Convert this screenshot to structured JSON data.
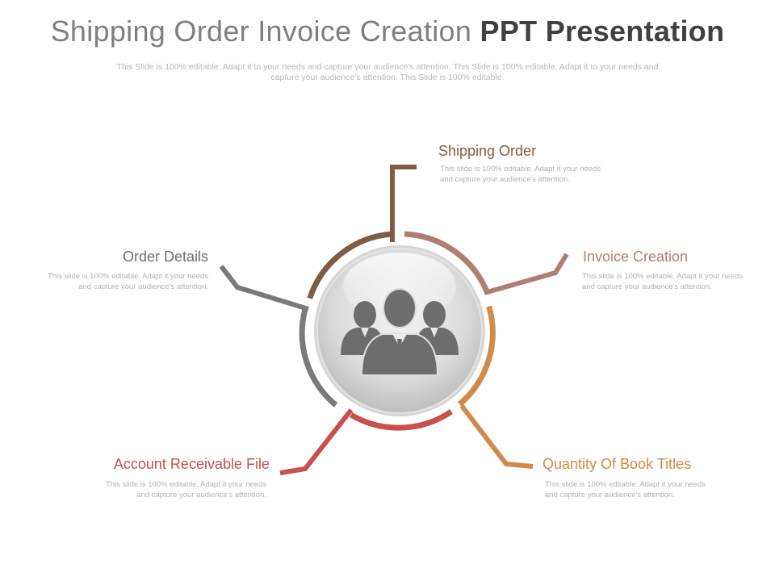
{
  "header": {
    "title_light": "Shipping Order Invoice Creation",
    "title_bold": "PPT Presentation",
    "subtitle": "This Slide is 100% editable. Adapt it to your needs and capture your audience’s attention. This Slide is 100% editable. Adapt it to your needs and capture your audience’s attention. This Slide is 100% editable."
  },
  "colors": {
    "shipping": "#7d5d46",
    "invoice": "#b07e72",
    "quantity": "#d08a4a",
    "account": "#c9504c",
    "order": "#7a7a7a",
    "center": "#6d6d6d"
  },
  "center_icon": "people-group-icon",
  "items": {
    "shipping": {
      "title": "Shipping  Order",
      "desc": "This slide is 100% editable.  Adapt it your needs and capture your audience's attention."
    },
    "invoice": {
      "title": "Invoice Creation",
      "desc": "This slide is 100% editable.  Adapt it your needs and capture your audience's attention."
    },
    "quantity": {
      "title": "Quantity Of Book Titles",
      "desc": "This slide is 100% editable.  Adapt it your needs and capture your audience's attention."
    },
    "account": {
      "title": "Account Receivable File",
      "desc": "This slide is 100% editable.  Adapt it your needs and capture your audience's attention."
    },
    "order": {
      "title": "Order Details",
      "desc": "This slide is 100% editable.  Adapt it your needs and capture your audience's attention."
    }
  }
}
